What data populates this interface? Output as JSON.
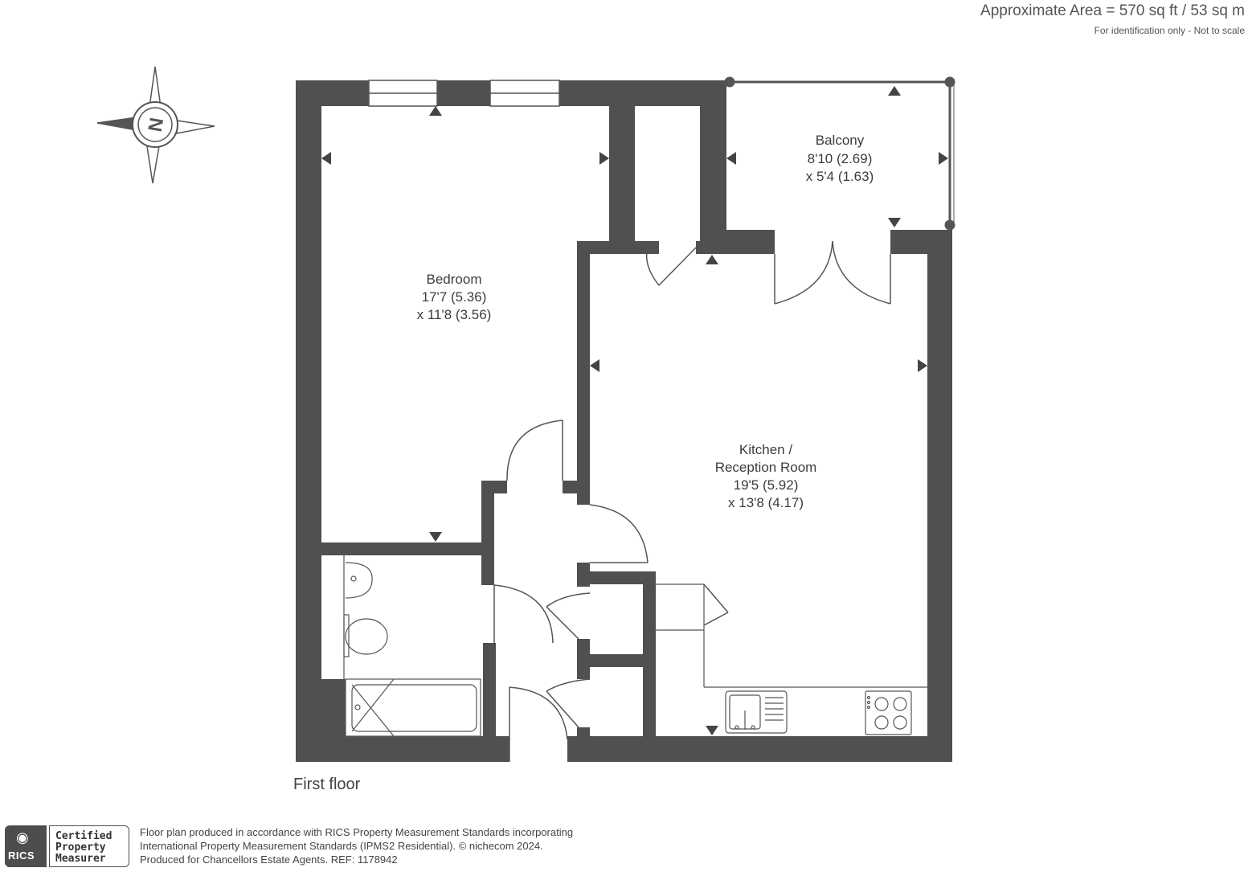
{
  "header": {
    "area": "Approximate Area = 570 sq ft / 53 sq m",
    "note": "For identification only - Not to scale"
  },
  "compass": {
    "letter": "N",
    "icon": "compass-icon"
  },
  "rooms": {
    "bedroom": {
      "name": "Bedroom",
      "dim1": "17'7 (5.36)",
      "dim2": "x 11'8 (3.56)"
    },
    "balcony": {
      "name": "Balcony",
      "dim1": "8'10 (2.69)",
      "dim2": "x 5'4 (1.63)"
    },
    "kitchen": {
      "name1": "Kitchen /",
      "name2": "Reception Room",
      "dim1": "19'5 (5.92)",
      "dim2": "x 13'8 (4.17)"
    }
  },
  "floor_label": "First floor",
  "footer": {
    "rics_logo": "RICS",
    "cert_line1": "Certified",
    "cert_line2": "Property",
    "cert_line3": "Measurer",
    "line1": "Floor plan produced in accordance with RICS Property Measurement Standards incorporating",
    "line2": "International Property Measurement Standards (IPMS2 Residential).   © nichecom 2024.",
    "line3": "Produced for Chancellors Estate Agents.   REF: 1178942"
  },
  "colors": {
    "wall": "#505050",
    "thin_line": "#555555"
  }
}
